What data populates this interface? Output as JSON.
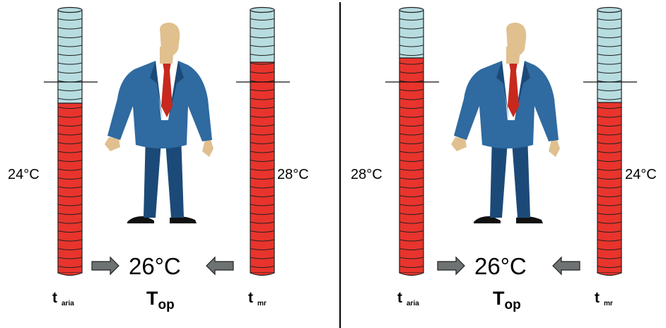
{
  "panels": [
    {
      "air": {
        "value": "24°C",
        "symbol": "t",
        "subscript": "aria"
      },
      "radiant": {
        "value": "28°C",
        "symbol": "t",
        "subscript": "mr"
      },
      "result": "26°C",
      "operative": {
        "symbol": "T",
        "subscript": "op"
      }
    },
    {
      "air": {
        "value": "28°C",
        "symbol": "t",
        "subscript": "aria"
      },
      "radiant": {
        "value": "24°C",
        "symbol": "t",
        "subscript": "mr"
      },
      "result": "26°C",
      "operative": {
        "symbol": "T",
        "subscript": "op"
      }
    }
  ],
  "colors": {
    "hot": "#e8342c",
    "cool": "#b7dde0",
    "arrow": "#6e7272",
    "suit": "#2f6aa0",
    "suit_dark": "#1c4a78",
    "tie": "#c8281e",
    "skin": "#e0c08e"
  },
  "icons": [
    "arrow-right-icon",
    "arrow-left-icon",
    "businessman-figure"
  ]
}
